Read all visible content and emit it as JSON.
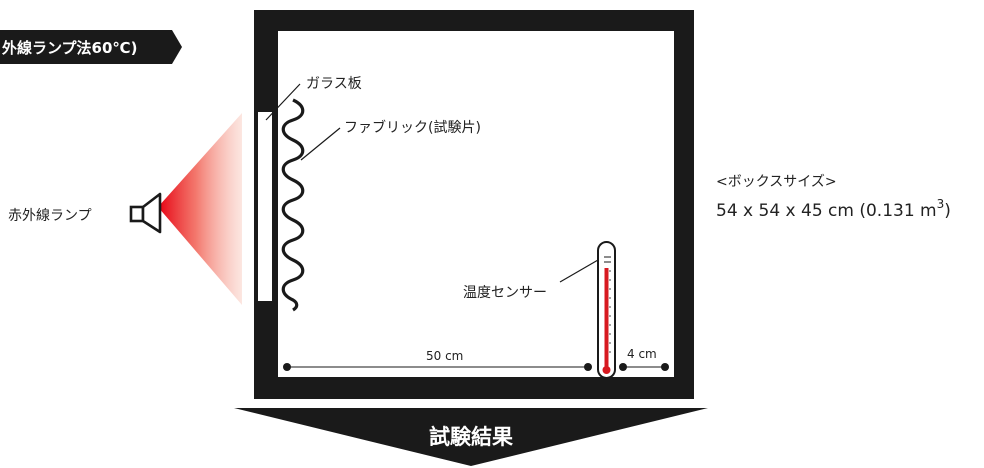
{
  "method_tag": "外線ランプ法60℃)",
  "labels": {
    "glass_plate": "ガラス板",
    "fabric": "ファブリック(試験片)",
    "lamp": "赤外線ランプ",
    "temp_sensor": "温度センサー"
  },
  "box_size": {
    "heading": "<ボックスサイズ>",
    "dimensions": "54 x 54 x 45 cm (0.131 m",
    "exponent": "3",
    "closing": ")"
  },
  "distances": {
    "lamp_to_sensor": "50 cm",
    "sensor_to_wall": "4 cm"
  },
  "result_label": "試験結果",
  "colors": {
    "box": "#1a1a1a",
    "tag": "#1a1a1a",
    "lamp_beam": "#e60012",
    "thermometer_fluid": "#d71920"
  }
}
